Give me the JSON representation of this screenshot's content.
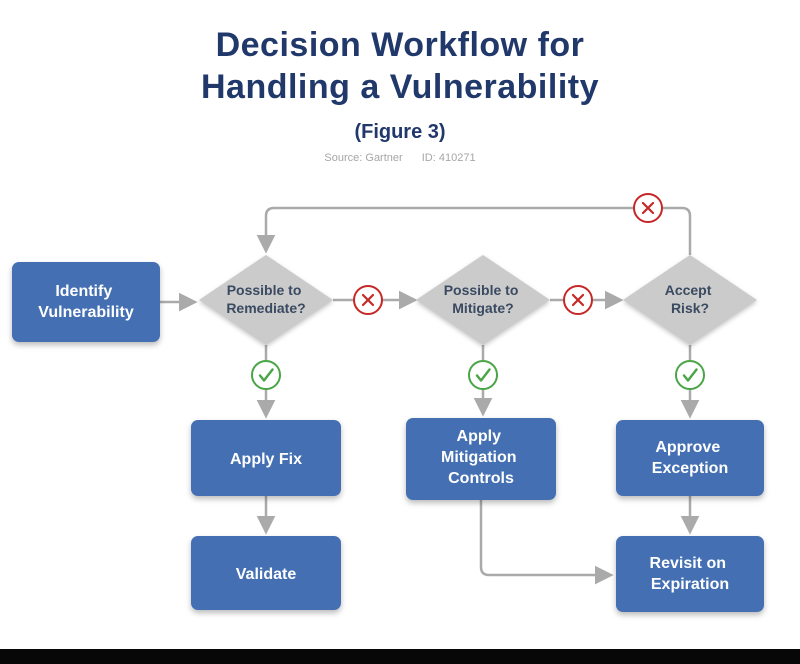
{
  "page": {
    "title_lines": [
      "Decision Workflow for",
      "Handling a Vulnerability"
    ],
    "subtitle": "(Figure 3)",
    "source_label": "Source: Gartner",
    "source_id": "ID: 410271"
  },
  "colors": {
    "title_navy": "#21386b",
    "node_blue": "#4470b3",
    "diamond_gray": "#cbcbcb",
    "connector_gray": "#aaaaaa",
    "no_red": "#c62828",
    "yes_green": "#4aa546"
  },
  "flowchart": {
    "nodes": {
      "identify": {
        "label": "Identify Vulnerability",
        "lines": [
          "Identify",
          "Vulnerability"
        ]
      },
      "remediate": {
        "label": "Possible to Remediate?",
        "lines": [
          "Possible to",
          "Remediate?"
        ]
      },
      "mitigate": {
        "label": "Possible to Mitigate?",
        "lines": [
          "Possible to",
          "Mitigate?"
        ]
      },
      "accept_risk": {
        "label": "Accept Risk?",
        "lines": [
          "Accept",
          "Risk?"
        ]
      },
      "apply_fix": {
        "label": "Apply Fix",
        "lines": [
          "Apply Fix"
        ]
      },
      "apply_mitigation": {
        "label": "Apply Mitigation Controls",
        "lines": [
          "Apply",
          "Mitigation",
          "Controls"
        ]
      },
      "approve_exception": {
        "label": "Approve Exception",
        "lines": [
          "Approve",
          "Exception"
        ]
      },
      "validate": {
        "label": "Validate",
        "lines": [
          "Validate"
        ]
      },
      "revisit": {
        "label": "Revisit on Expiration",
        "lines": [
          "Revisit on",
          "Expiration"
        ]
      }
    },
    "decision_icons": {
      "yes": "check-circle",
      "no": "x-circle"
    },
    "edges": [
      {
        "from": "identify",
        "to": "remediate"
      },
      {
        "from": "remediate",
        "to": "apply_fix",
        "condition": "yes"
      },
      {
        "from": "remediate",
        "to": "mitigate",
        "condition": "no"
      },
      {
        "from": "mitigate",
        "to": "apply_mitigation",
        "condition": "yes"
      },
      {
        "from": "mitigate",
        "to": "accept_risk",
        "condition": "no"
      },
      {
        "from": "accept_risk",
        "to": "approve_exception",
        "condition": "yes"
      },
      {
        "from": "accept_risk",
        "to": "remediate",
        "condition": "no"
      },
      {
        "from": "apply_fix",
        "to": "validate"
      },
      {
        "from": "apply_mitigation",
        "to": "revisit"
      },
      {
        "from": "approve_exception",
        "to": "revisit"
      }
    ]
  }
}
